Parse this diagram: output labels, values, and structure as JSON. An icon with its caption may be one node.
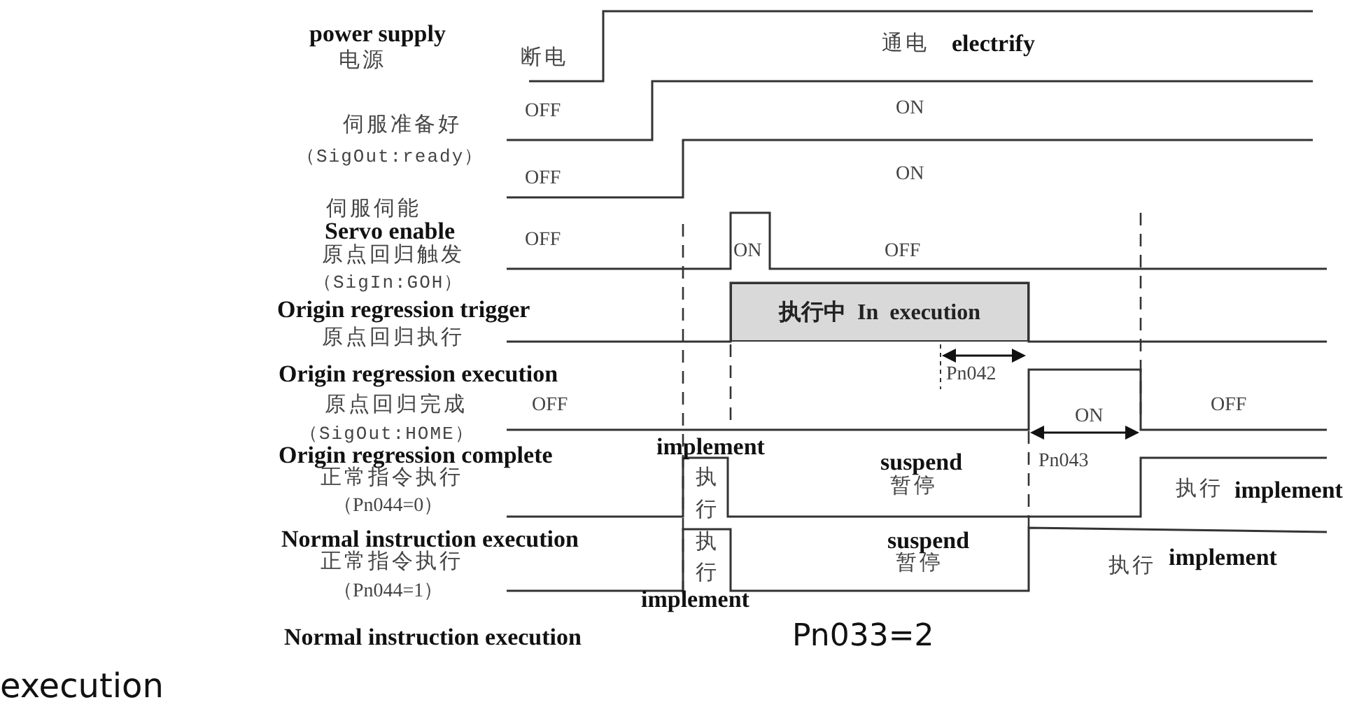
{
  "diagram": {
    "nodes": [
      {
        "text": [
          "执行中 In execution"
        ]
      }
    ],
    "labels": [
      "power supply",
      "电源",
      "断电",
      "通电",
      "electrify",
      "OFF",
      "伺服准备好",
      "ON",
      "（SigOut:ready）",
      "OFF",
      "ON",
      "伺服伺能",
      "Servo enable",
      "OFF",
      "ON",
      "OFF",
      "原点回归触发",
      "（SigIn:GOH）",
      "Origin regression trigger",
      "原点回归执行",
      "Origin regression execution",
      "Pn042",
      "原点回归完成",
      "OFF",
      "ON",
      "OFF",
      "（SigOut:HOME）",
      "Origin regression complete",
      "implement",
      "suspend",
      "Pn043",
      "正常指令执行",
      "执",
      "暂停",
      "执行",
      "implement",
      "（Pn044=0）",
      "行",
      "Normal instruction execution",
      "执",
      "suspend",
      "正常指令执行",
      "暂停",
      "执行",
      "implement",
      "（Pn044=1）",
      "行",
      "implement",
      "Normal instruction execution",
      "Pn033=2",
      "execution"
    ]
  }
}
